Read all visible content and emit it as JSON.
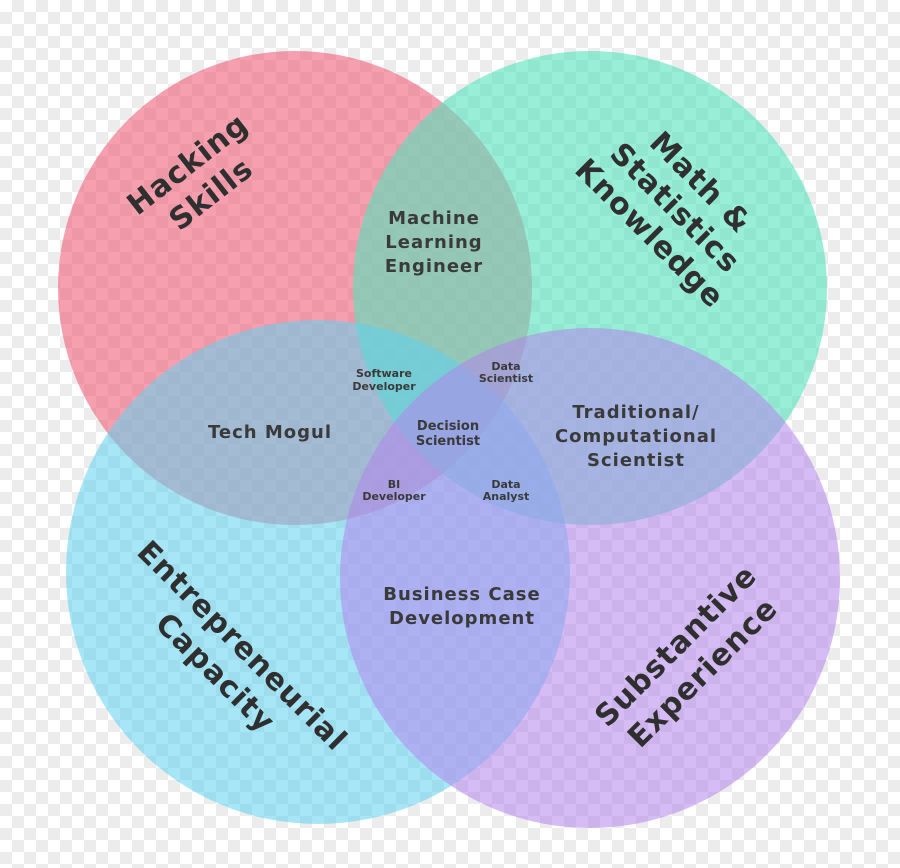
{
  "colors": {
    "hacking": "#f0607a",
    "math": "#55e2bc",
    "entrepreneurial": "#5fd2f0",
    "substantive": "#b285ec"
  },
  "circles": {
    "hacking": {
      "line1": "Hacking",
      "line2": "Skills"
    },
    "math": {
      "line1": "Math &",
      "line2": "Statistics",
      "line3": "Knowledge"
    },
    "entrepreneurial": {
      "line1": "Entrepreneurial",
      "line2": "Capacity"
    },
    "substantive": {
      "line1": "Substantive",
      "line2": "Experience"
    }
  },
  "regions": {
    "ml_engineer": [
      "Machine",
      "Learning",
      "Engineer"
    ],
    "tech_mogul": "Tech Mogul",
    "traditional": [
      "Traditional/",
      "Computational",
      "Scientist"
    ],
    "business_case": [
      "Business Case",
      "Development"
    ],
    "software_developer": [
      "Software",
      "Developer"
    ],
    "data_scientist": [
      "Data",
      "Scientist"
    ],
    "decision_scientist": [
      "Decision",
      "Scientist"
    ],
    "bi_developer": [
      "BI",
      "Developer"
    ],
    "data_analyst": [
      "Data",
      "Analyst"
    ]
  }
}
